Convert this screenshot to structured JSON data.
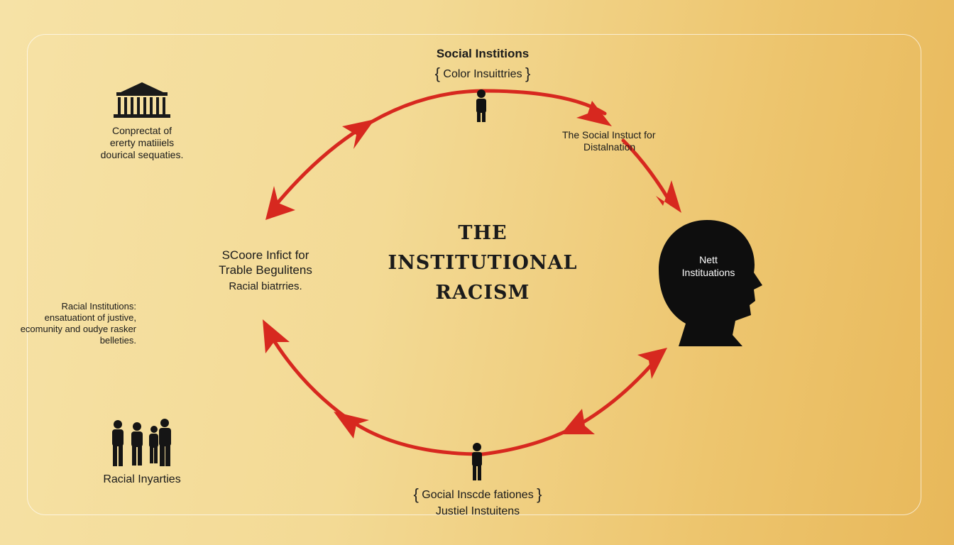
{
  "colors": {
    "arrow": "#d7281f",
    "ink": "#111111",
    "border": "#ffffff"
  },
  "title": {
    "line1": "THE",
    "line2": "INSTITUTIONAL",
    "line3": "RACISM"
  },
  "top": {
    "title": "Social Institions",
    "subtitle": "Color Insuittries"
  },
  "top_right": {
    "line1": "The Social Instuct for",
    "line2": "Distalnation"
  },
  "head": {
    "line1": "Nett",
    "line2": "Instituations"
  },
  "left_center": {
    "line1": "SCoore Infict for",
    "line2": "Trable Begulitens",
    "line3": "Racial biatrries."
  },
  "bottom": {
    "line1": "Gocial Inscde fationes",
    "line2": "Justiel Instuitens"
  },
  "left_top": {
    "line1": "Conprectat of",
    "line2": "ererty matiiiels",
    "line3": "dourical sequaties."
  },
  "left_mid": {
    "line1": "Racial Institutions:",
    "line2": "ensatuationt of justive,",
    "line3": "ecomunity and oudye rasker",
    "line4": "belleties."
  },
  "left_bottom": {
    "label": "Racial Inyarties"
  },
  "icons": {
    "building": "government-building-icon",
    "person": "person-icon",
    "head": "head-silhouette-icon",
    "group": "people-group-icon"
  }
}
